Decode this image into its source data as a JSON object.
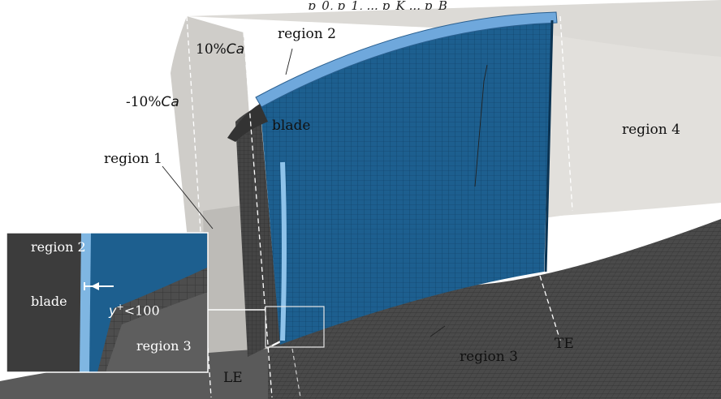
{
  "top_caption": "p_0, p_1, ... p_K ... p_B",
  "labels": {
    "region1": "region 1",
    "region2": "region 2",
    "region3": "region 3",
    "region4": "region 4",
    "blade": "blade",
    "le": "LE",
    "te": "TE",
    "ca_neg_prefix": "-10%",
    "ca_pos_prefix": "10%",
    "ca_sym": "Ca"
  },
  "inset": {
    "region2": "region 2",
    "blade": "blade",
    "region3": "region 3",
    "yplus_sym": "y",
    "yplus_sup": "+",
    "yplus_rest": "<100"
  },
  "colors": {
    "blade_blue": "#1a5c8c",
    "blade_light": "#6fa8dc",
    "mesh_dark": "#3c3c3c",
    "surface_grey": "#d8d6d2"
  }
}
